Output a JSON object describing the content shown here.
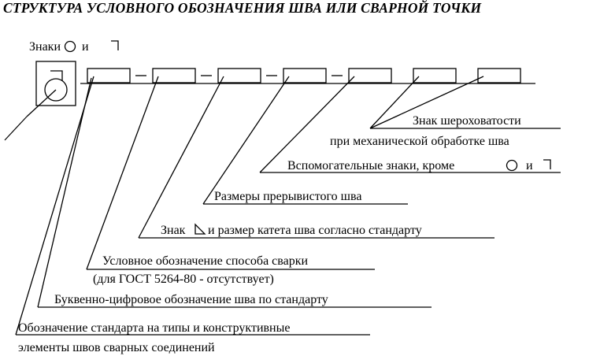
{
  "title": "СТРУКТУРА УСЛОВНОГО ОБОЗНАЧЕНИЯ ШВА ИЛИ СВАРНОЙ ТОЧКИ",
  "signs_label": {
    "prefix": "Знаки",
    "conjunction": "и"
  },
  "labels": {
    "roughness_line1": "Знак шероховатости",
    "roughness_line2": "при механической обработке шва",
    "aux_signs_prefix": "Вспомогательные знаки, кроме",
    "aux_signs_conj": "и",
    "intermittent": "Размеры прерывистого шва",
    "leg_prefix": "Знак",
    "leg_suffix": "и размер катета шва согласно стандарту",
    "method_line1": "Условное обозначение способа сварки",
    "method_line2": "(для ГОСТ 5264-80 - отсутствует)",
    "alnum": "Буквенно-цифровое обозначение шва по стандарту",
    "standard_line1": "Обозначение стандарта на типы и конструктивные",
    "standard_line2": "элементы швов сварных соединений"
  },
  "separator": "—"
}
